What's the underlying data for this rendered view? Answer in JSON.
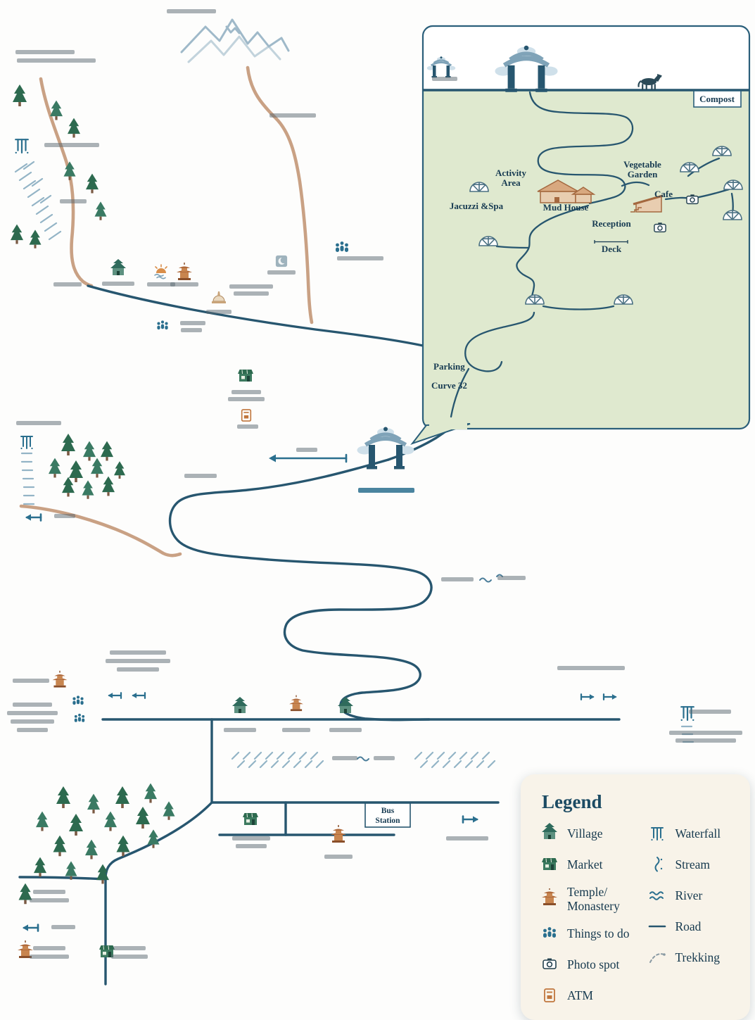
{
  "inset": {
    "compost": "Compost",
    "activity_area": [
      "Activity",
      "Area"
    ],
    "vegetable_garden": [
      "Vegetable",
      "Garden"
    ],
    "jacuzzi_spa": "Jacuzzi &Spa",
    "mud_house": "Mud House",
    "cafe": "Cafe",
    "reception": "Reception",
    "deck": "Deck",
    "parking": "Parking",
    "curve": "Curve 32"
  },
  "map": {
    "bus_station": [
      "Bus",
      "Station"
    ]
  },
  "legend": {
    "title": "Legend",
    "left": [
      {
        "icon": "village-icon",
        "label": "Village"
      },
      {
        "icon": "market-icon",
        "label": "Market"
      },
      {
        "icon": "temple-icon",
        "label": "Temple/",
        "label2": "Monastery"
      },
      {
        "icon": "things-to-do-icon",
        "label": "Things to do"
      },
      {
        "icon": "photo-spot-icon",
        "label": "Photo spot"
      },
      {
        "icon": "atm-icon",
        "label": "ATM"
      }
    ],
    "right": [
      {
        "icon": "waterfall-icon",
        "label": "Waterfall"
      },
      {
        "icon": "stream-icon",
        "label": "Stream"
      },
      {
        "icon": "river-icon",
        "label": "River"
      },
      {
        "icon": "road-icon",
        "label": "Road"
      },
      {
        "icon": "trekking-icon",
        "label": "Trekking"
      }
    ]
  },
  "colors": {
    "road": "#27566f",
    "trail": "#c9a184",
    "river": "#93b4c6",
    "inset_green": "#dfe9cf",
    "legend_bg": "#f8f3e9",
    "tree": "#2d6a4f",
    "accent": "#2a6f8e",
    "text": "#173b52",
    "building": "#b07c5a"
  }
}
